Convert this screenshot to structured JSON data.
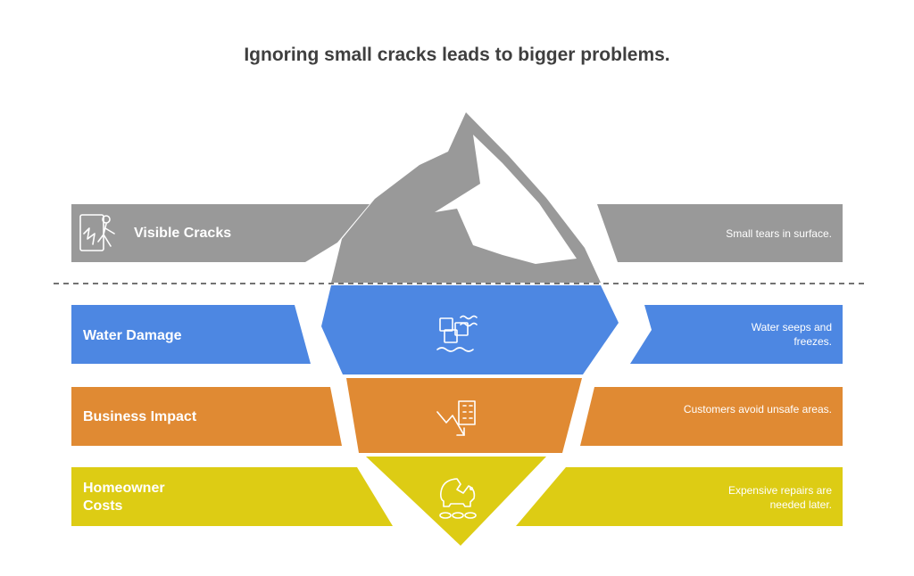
{
  "title": "Ignoring small cracks leads to bigger problems.",
  "colors": {
    "gray": "#999999",
    "blue": "#4d87e2",
    "orange": "#e08a33",
    "yellow": "#ddcc14",
    "title": "#3f3f3f"
  },
  "layers": [
    {
      "label": "Visible Cracks",
      "description": "Small tears in surface.",
      "icon": "broken-figure-icon"
    },
    {
      "label": "Water Damage",
      "description": "Water seeps and freezes.",
      "icon": "water-ice-icon"
    },
    {
      "label": "Business Impact",
      "description": "Customers avoid unsafe areas.",
      "icon": "declining-building-icon"
    },
    {
      "label": "Homeowner Costs",
      "description": "Expensive repairs are needed later.",
      "icon": "broken-piggy-bank-icon"
    }
  ]
}
